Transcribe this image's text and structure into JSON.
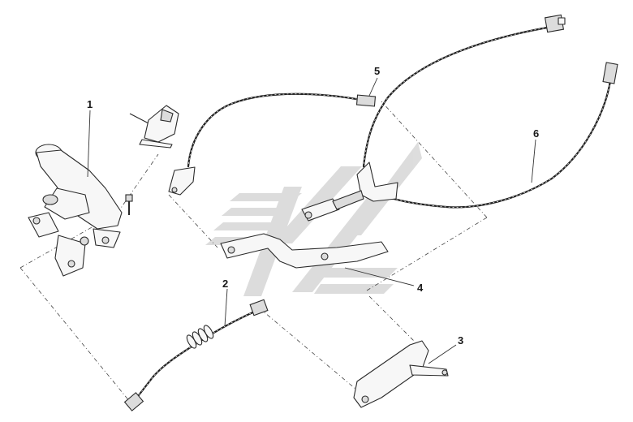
{
  "callouts": [
    {
      "id": "1",
      "label": "1"
    },
    {
      "id": "2",
      "label": "2"
    },
    {
      "id": "3",
      "label": "3"
    },
    {
      "id": "4",
      "label": "4"
    },
    {
      "id": "5",
      "label": "5"
    },
    {
      "id": "6",
      "label": "6"
    }
  ],
  "colors": {
    "line": "#2a2a2a",
    "watermark": "#d6d6d6",
    "background": "#ffffff"
  },
  "watermark": {
    "icon": "company-logo-watermark"
  }
}
